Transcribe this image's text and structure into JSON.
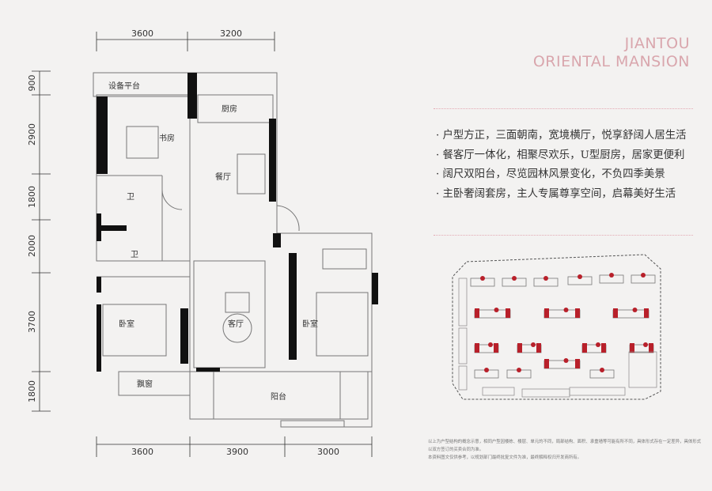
{
  "brand": {
    "line1": "JIANTOU",
    "line2": "ORIENTAL MANSION",
    "color": "#d9a6ad"
  },
  "features": [
    "· 户型方正，三面朝南，宽境横厅，悦享舒阔人居生活",
    "· 餐客厅一体化，相聚尽欢乐，U型厨房，居家更便利",
    "· 阔尺双阳台，尽览园林风景变化，不负四季美景",
    "· 主卧奢阔套房，主人专属尊享空间，启幕美好生活"
  ],
  "disclaimer": [
    "以上为户型结构的概念示意，相同户型因楼栋、楼层、单元的不同，局部结构、面积、承重墙等可能有所不同，具体形式存在一定差异，具体形式以双方签订的买卖合同为准。",
    "本资料图文仅供参考，以规划部门最终批复文件为准，最终解释权归开发商所有。"
  ],
  "dimensions": {
    "top": [
      "3600",
      "3200"
    ],
    "left": [
      "900",
      "2900",
      "1800",
      "2000",
      "3700",
      "1800"
    ],
    "bottom": [
      "3600",
      "3900",
      "3000"
    ]
  },
  "rooms": {
    "equipment_platform": "设备平台",
    "kitchen": "厨房",
    "study": "书房",
    "dining": "餐厅",
    "bath1": "卫",
    "bath2": "卫",
    "living": "客厅",
    "bedroom_left": "卧室",
    "bedroom_right": "卧室",
    "bay_window": "飘窗",
    "balcony": "阳台"
  },
  "colors": {
    "accent_pink": "#e3a9b3",
    "highlight_red": "#b8202a",
    "wall": "#111111"
  }
}
